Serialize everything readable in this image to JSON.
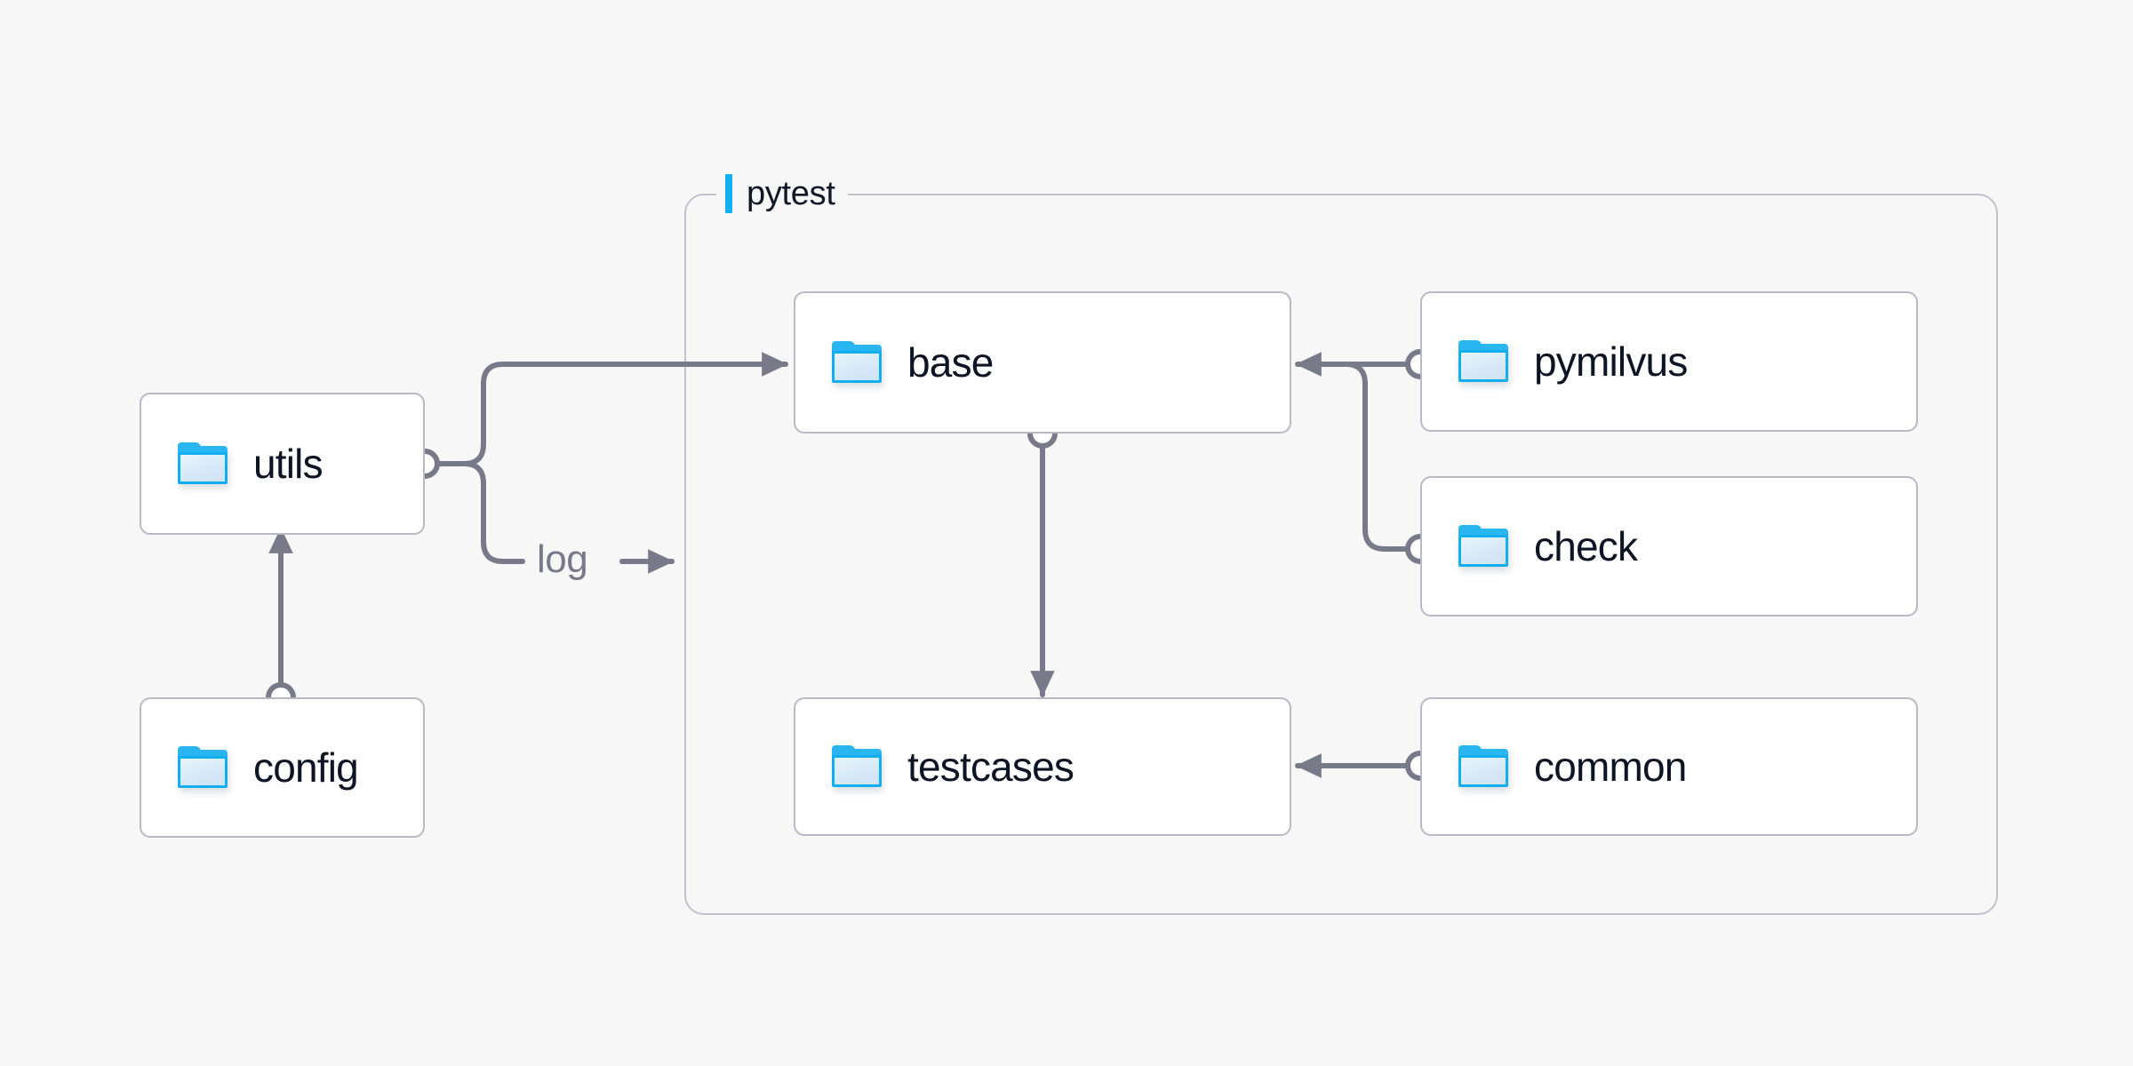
{
  "diagram": {
    "title_bar_color": "#12b0f0",
    "background_color": "#f7f7f8",
    "node_border_color": "#b9b9c6",
    "edge_color": "#787a8a",
    "label_color": "#0d1424",
    "group": {
      "label": "pytest"
    },
    "nodes": [
      {
        "id": "utils",
        "label": "utils",
        "icon": "folder-icon"
      },
      {
        "id": "config",
        "label": "config",
        "icon": "folder-icon"
      },
      {
        "id": "base",
        "label": "base",
        "icon": "folder-icon"
      },
      {
        "id": "testcases",
        "label": "testcases",
        "icon": "folder-icon"
      },
      {
        "id": "pymilvus",
        "label": "pymilvus",
        "icon": "folder-icon"
      },
      {
        "id": "check",
        "label": "check",
        "icon": "folder-icon"
      },
      {
        "id": "common",
        "label": "common",
        "icon": "folder-icon"
      }
    ],
    "edges": [
      {
        "id": "utils-base",
        "from": "utils",
        "to": "base",
        "label": ""
      },
      {
        "id": "utils-log",
        "from": "utils",
        "to": "pytest",
        "label": "log"
      },
      {
        "id": "config-utils",
        "from": "config",
        "to": "utils",
        "label": ""
      },
      {
        "id": "base-testcases",
        "from": "base",
        "to": "testcases",
        "label": ""
      },
      {
        "id": "pymilvus-base",
        "from": "pymilvus",
        "to": "base",
        "label": ""
      },
      {
        "id": "check-base",
        "from": "check",
        "to": "base",
        "label": ""
      },
      {
        "id": "common-testcases",
        "from": "common",
        "to": "testcases",
        "label": ""
      }
    ]
  }
}
